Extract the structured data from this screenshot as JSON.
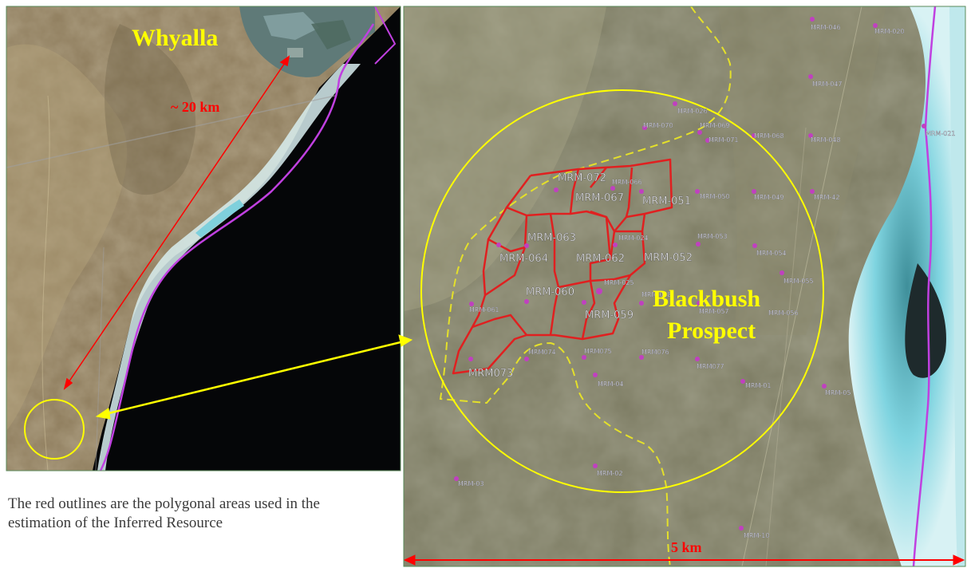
{
  "map": {
    "left_panel": {
      "town_label": "Whyalla",
      "distance_label": "~ 20 km",
      "colors": {
        "town": "#ffff00",
        "distance": "#ff0000"
      }
    },
    "right_panel": {
      "prospect_label_line1": "Blackbush",
      "prospect_label_line2": "Prospect",
      "scale_label": "5 km",
      "colors": {
        "polygons": "#e02020",
        "circle": "#ffff00",
        "drillholes": "#c040c0",
        "coastline": "#c040e0"
      }
    },
    "drillhole_labels_large": [
      "MRM-072",
      "MRM-067",
      "MRM-051",
      "MRM-063",
      "MRM-064",
      "MRM-062",
      "MRM-052",
      "MRM-060",
      "MRM-059",
      "MRM073"
    ],
    "drillhole_labels_small": [
      "MRM-046",
      "MRM-020",
      "MRM-047",
      "MRM-026",
      "MRM-070",
      "MRM-069",
      "MRM-071",
      "MRM-068",
      "MRM-048",
      "MRM-021",
      "MRM-066",
      "MRM-050",
      "MRM-049",
      "MRM-42",
      "MRM-024",
      "MRM-053",
      "MRM-054",
      "MRM-055",
      "MRM-025",
      "MRM-056",
      "MRM-057",
      "MRM-058",
      "MRM-061",
      "MRM074",
      "MRM075",
      "MRM076",
      "MRM077",
      "MRM-04",
      "MRM-01",
      "MRM-05",
      "MRM-02",
      "MRM-03",
      "MRM-10"
    ]
  },
  "caption": "The red outlines are the polygonal areas used in the estimation of the Inferred Resource"
}
